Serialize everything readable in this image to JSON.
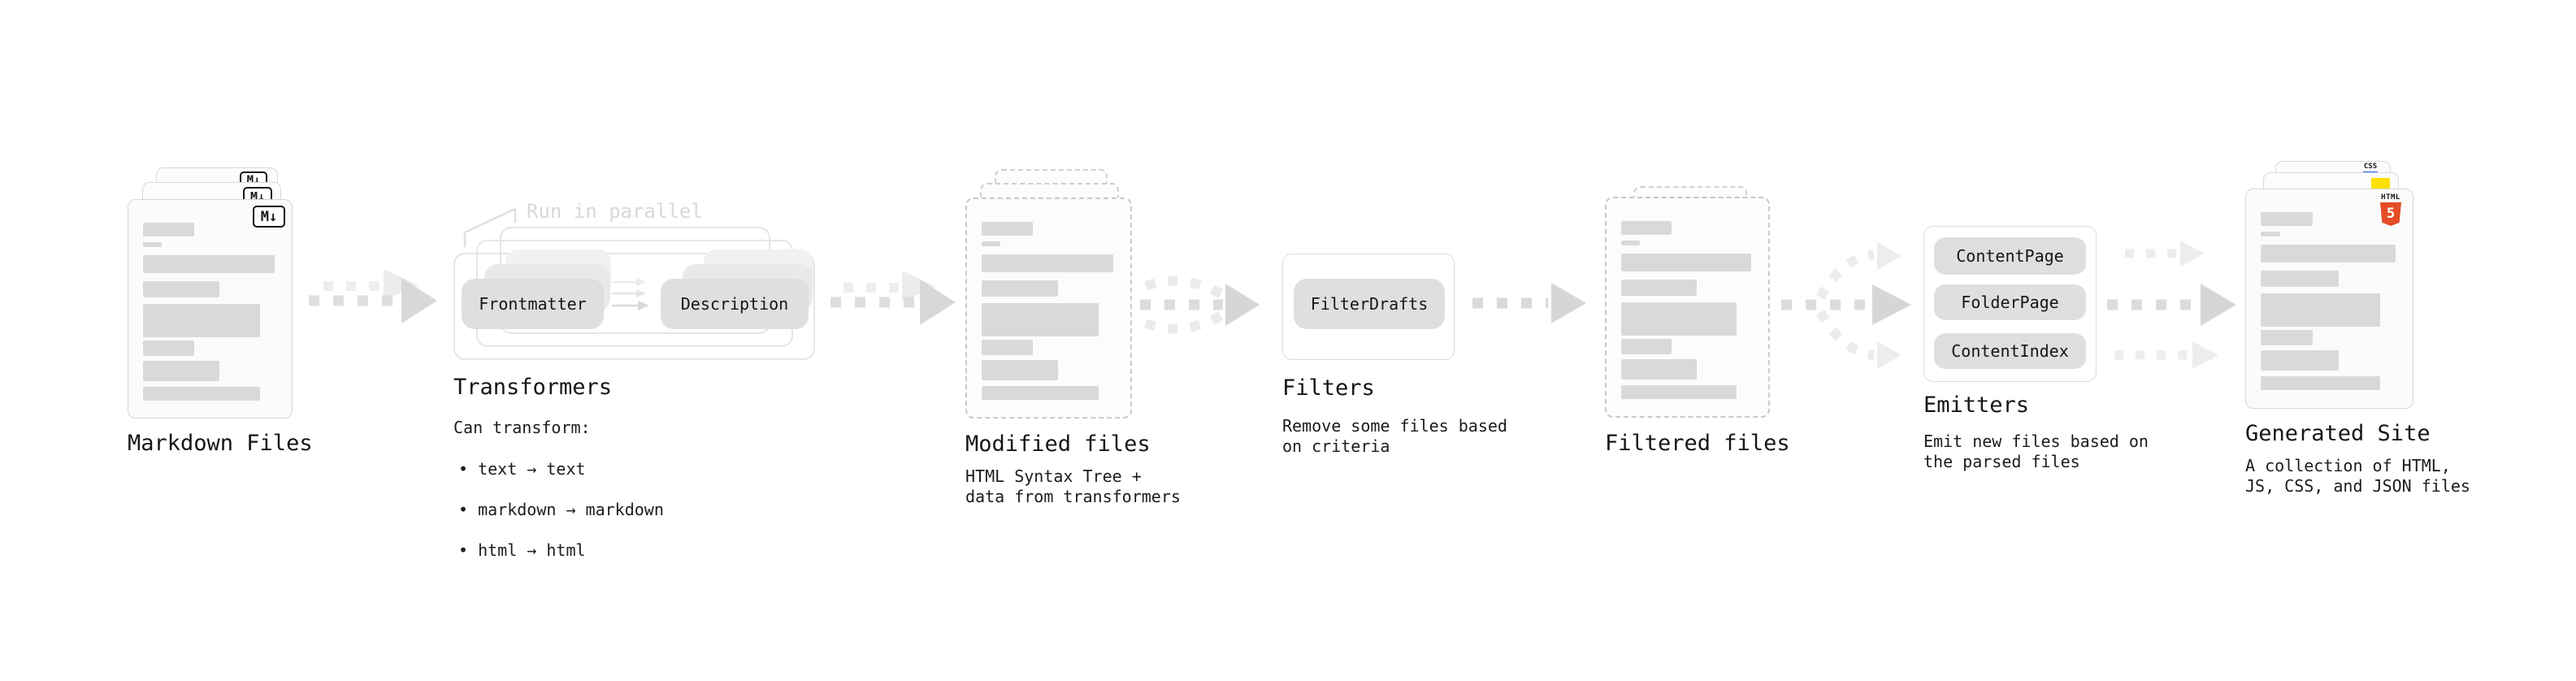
{
  "diagram": {
    "stages": [
      {
        "id": "markdown-files",
        "label": "Markdown Files"
      },
      {
        "id": "transformers",
        "label": "Transformers",
        "description": "Can transform:",
        "bullets": [
          "• text → text",
          "• markdown → markdown",
          "• html → html"
        ],
        "annotation": "Run in parallel",
        "nodes": [
          "Frontmatter",
          "Description"
        ]
      },
      {
        "id": "modified-files",
        "label": "Modified files",
        "description": "HTML Syntax Tree +\ndata from transformers"
      },
      {
        "id": "filters",
        "label": "Filters",
        "description": "Remove some files based\non criteria",
        "nodes": [
          "FilterDrafts"
        ]
      },
      {
        "id": "filtered-files",
        "label": "Filtered files"
      },
      {
        "id": "emitters",
        "label": "Emitters",
        "description": "Emit new files based on\nthe parsed files",
        "nodes": [
          "ContentPage",
          "FolderPage",
          "ContentIndex"
        ]
      },
      {
        "id": "generated-site",
        "label": "Generated Site",
        "description": "A collection of HTML,\nJS, CSS, and JSON files"
      }
    ],
    "badges": {
      "markdown": "M↓",
      "css_label": "CSS",
      "html_label": "HTML",
      "html_number": "5"
    },
    "colors": {
      "html_orange": "#e44d26",
      "js_yellow": "#ffe000",
      "css_blue": "#2962f1",
      "placeholder_gray": "#d9d9d9",
      "arrow_gray": "#d8d8d8"
    }
  }
}
